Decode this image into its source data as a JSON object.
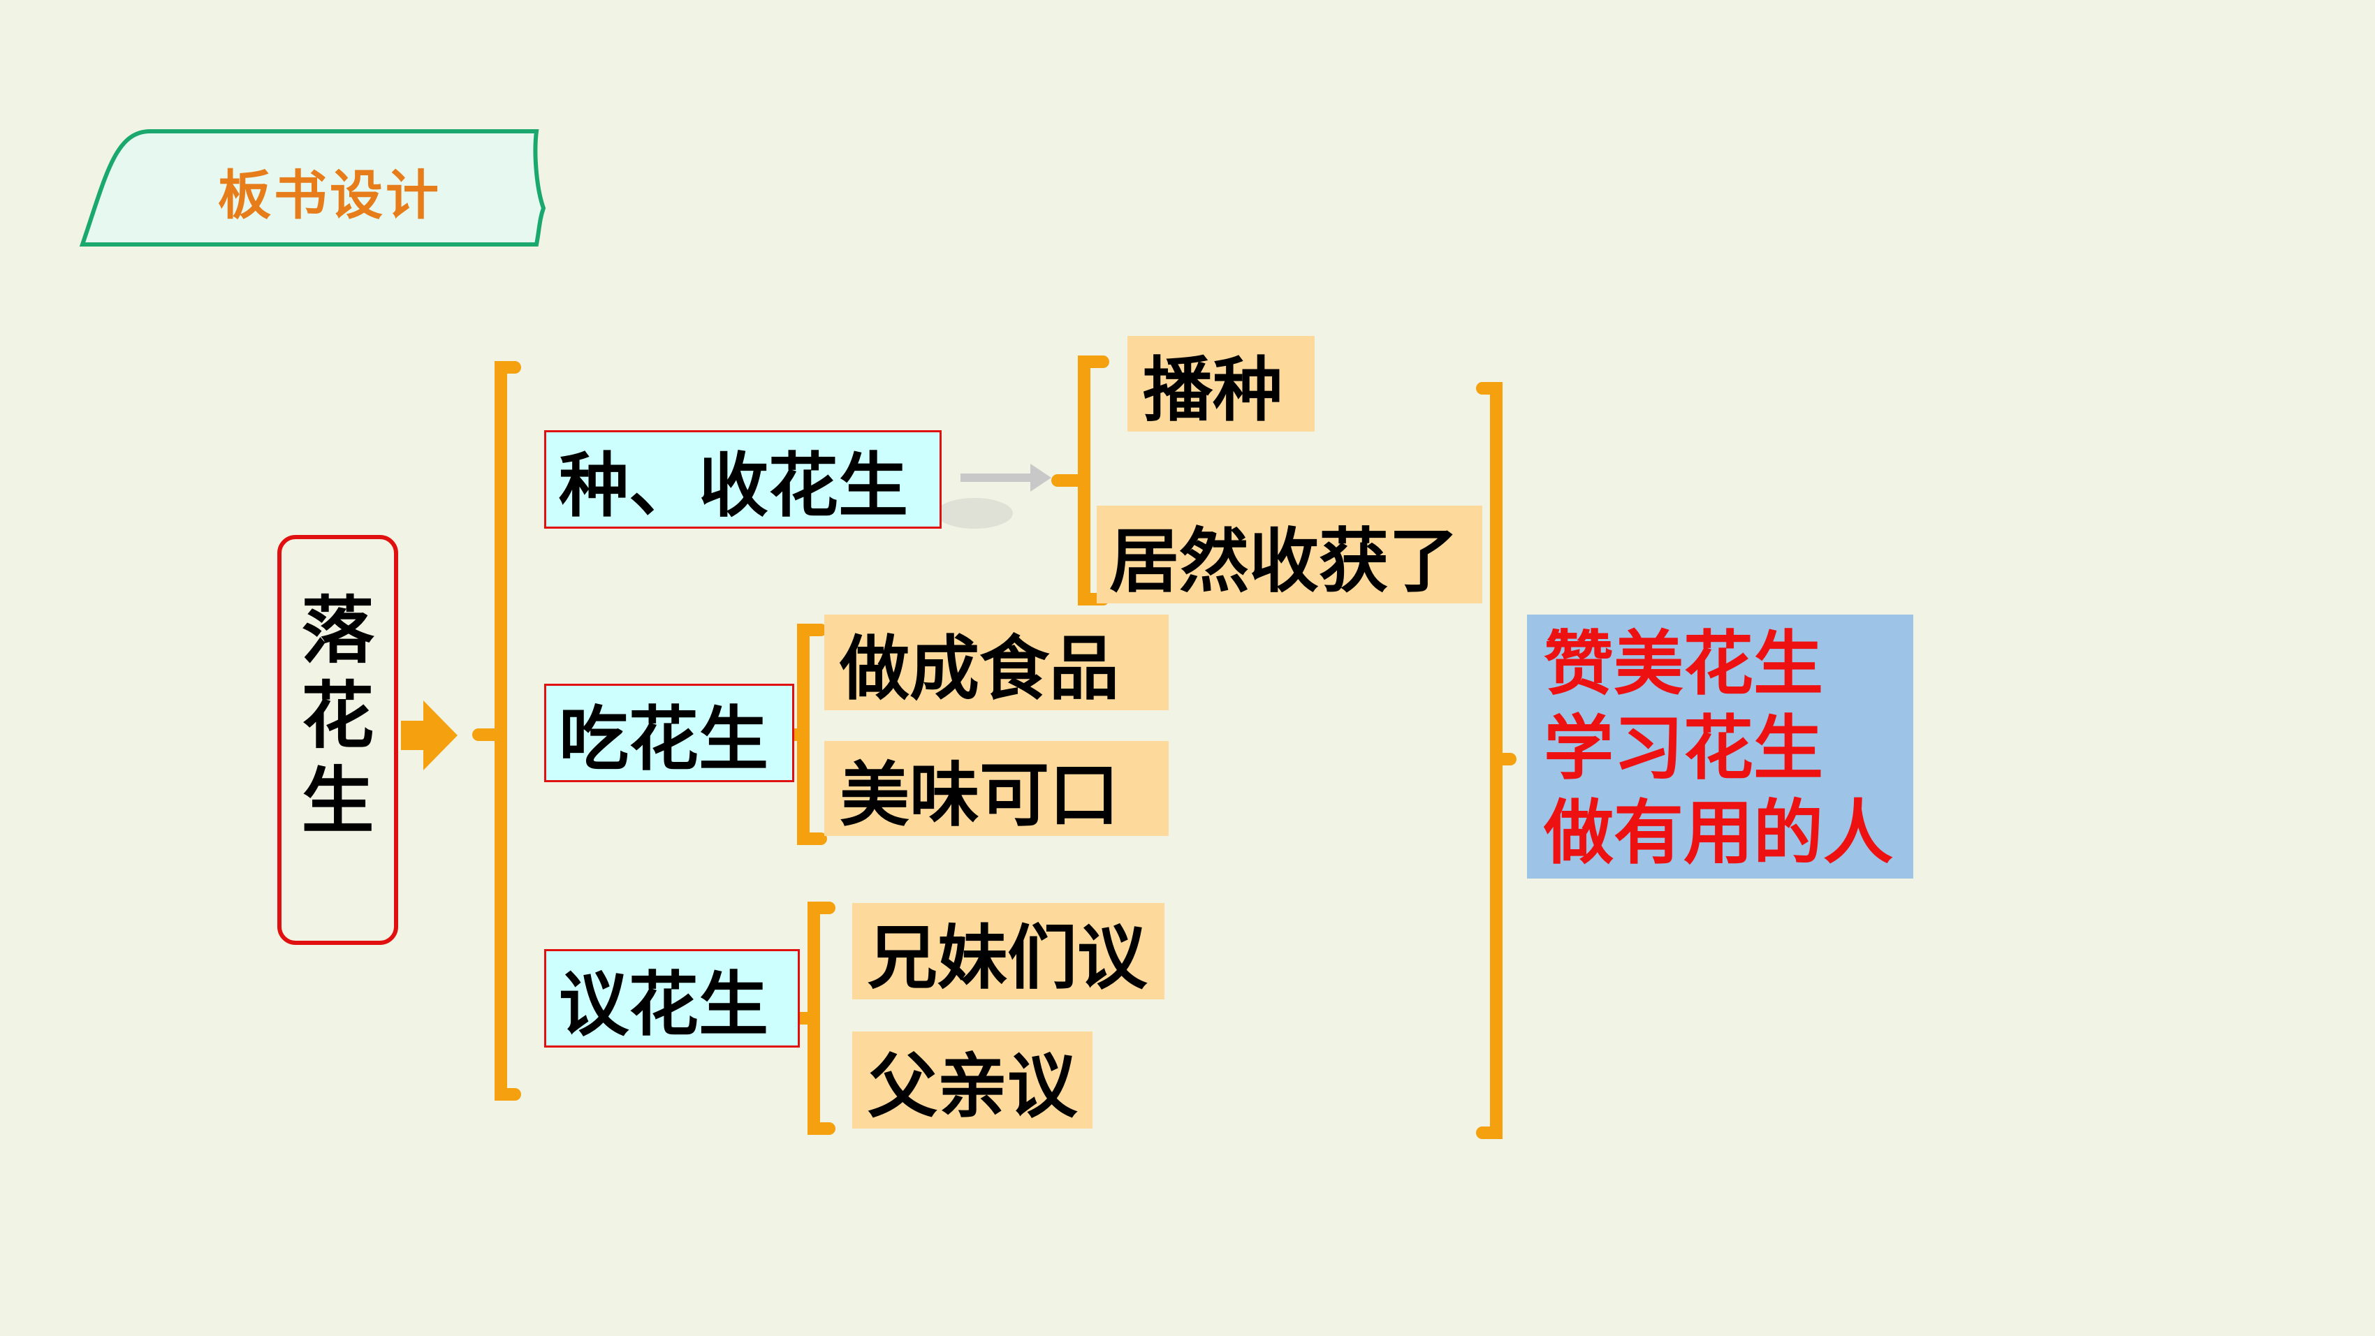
{
  "tab": {
    "title": "板书设计"
  },
  "root": {
    "chars": [
      "落",
      "花",
      "生"
    ]
  },
  "branches": [
    {
      "label": "种、收花生",
      "items": [
        "播种",
        "居然收获了"
      ]
    },
    {
      "label": "吃花生",
      "items": [
        "做成食品",
        "美味可口"
      ]
    },
    {
      "label": "议花生",
      "items": [
        "兄妹们议",
        "父亲议"
      ]
    }
  ],
  "conclusion": {
    "lines": [
      "赞美花生",
      "学习花生",
      "做有用的人"
    ]
  },
  "colors": {
    "background": "#f1f4e4",
    "bracket": "#f5a00f",
    "tab_border": "#1aa86f",
    "tab_fill": "#e6f8ef",
    "tab_text": "#e67d1a",
    "branch_fill": "#ccfffe",
    "branch_border": "#e01010",
    "item_fill": "#fdd99b",
    "conclusion_fill": "#9dc3e6",
    "conclusion_text": "#ee1111",
    "arrow_gray": "#c8c8c8"
  }
}
